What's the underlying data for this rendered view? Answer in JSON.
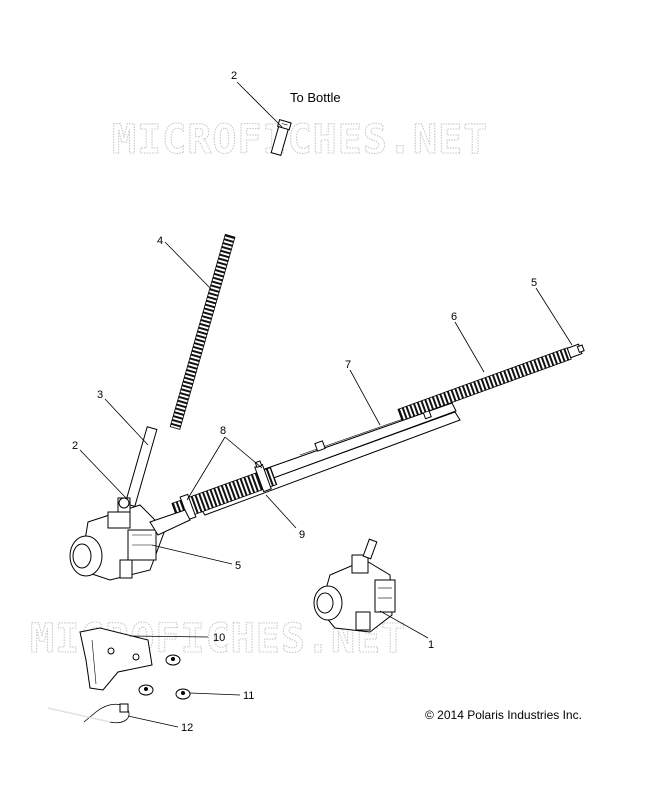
{
  "watermark": "MICROFICHES.NET",
  "caption_to_bottle": "To Bottle",
  "copyright": "© 2014 Polaris Industries Inc.",
  "callouts": {
    "c2_top": "2",
    "c4": "4",
    "c3": "3",
    "c2_left": "2",
    "c8": "8",
    "c7": "7",
    "c6": "6",
    "c5_right": "5",
    "c5_left": "5",
    "c9": "9",
    "c1": "1",
    "c10": "10",
    "c11": "11",
    "c12": "12"
  }
}
